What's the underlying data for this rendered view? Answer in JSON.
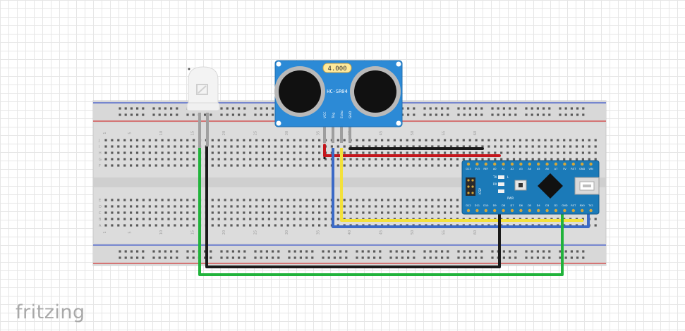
{
  "app": {
    "brand": "fritzing"
  },
  "sensor": {
    "display": "4.000",
    "model": "HC-SR04",
    "pins": [
      "VCC",
      "Trig",
      "Echo",
      "GND"
    ]
  },
  "breadboard": {
    "column_labels": [
      "1",
      "5",
      "10",
      "15",
      "20",
      "25",
      "30",
      "35",
      "40",
      "45",
      "50",
      "55",
      "60"
    ],
    "row_labels_top": [
      "J",
      "I",
      "H",
      "G",
      "F"
    ],
    "row_labels_bottom": [
      "E",
      "D",
      "C",
      "B",
      "A"
    ]
  },
  "arduino": {
    "top_pins": [
      "D13",
      "3V3",
      "REF",
      "A0",
      "A1",
      "A2",
      "A3",
      "A4",
      "A5",
      "A6",
      "A7",
      "5V",
      "RST",
      "GND",
      "VIN"
    ],
    "bottom_pins": [
      "D12",
      "D11",
      "D10",
      "D9",
      "D8",
      "D7",
      "D6",
      "D5",
      "D4",
      "D3",
      "D2",
      "GND",
      "RST",
      "RX0",
      "TX1"
    ],
    "labels": [
      "ICSP",
      "TX",
      "RX",
      "PWR",
      "L"
    ]
  },
  "wires": {
    "colors": {
      "green": "#21b33b",
      "black": "#1a1a1a",
      "red": "#c4161c",
      "yellow": "#f3e13a",
      "blue": "#3b6ac6"
    }
  }
}
